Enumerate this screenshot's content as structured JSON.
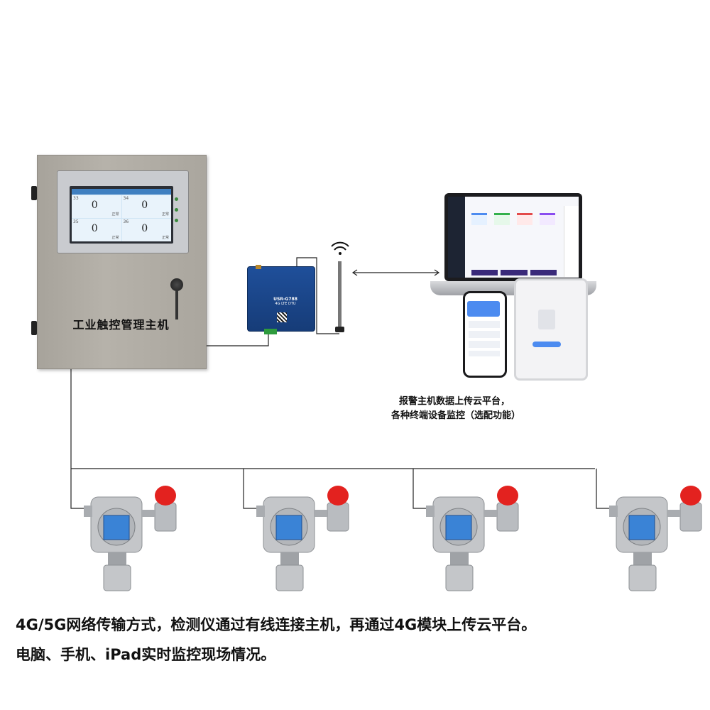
{
  "cabinet": {
    "title": "工业触控管理主机",
    "hmi": {
      "cells": [
        {
          "id": "33",
          "value": "0",
          "status": "正常"
        },
        {
          "id": "34",
          "value": "0",
          "status": "正常"
        },
        {
          "id": "35",
          "value": "0",
          "status": "正常"
        },
        {
          "id": "36",
          "value": "0",
          "status": "正常"
        }
      ]
    }
  },
  "dtu": {
    "model": "USR-G788",
    "label": "4G LTE DTU"
  },
  "cloud_caption": {
    "line1": "报警主机数据上传云平台，",
    "line2": "各种终端设备监控（选配功能）"
  },
  "detectors": [
    {
      "name": "detector-1"
    },
    {
      "name": "detector-2"
    },
    {
      "name": "detector-3"
    },
    {
      "name": "detector-4"
    }
  ],
  "description": {
    "line1": "4G/5G网络传输方式，检测仪通过有线连接主机，再通过4G模块上传云平台。",
    "line2": "电脑、手机、iPad实时监控现场情况。"
  },
  "colors": {
    "cabinet": "#b0aca4",
    "dtu": "#1f4f9a",
    "alarm_light": "#e3221f",
    "detector_body": "#c4c6c9",
    "detector_display": "#3a83d6",
    "wire": "#222222"
  }
}
